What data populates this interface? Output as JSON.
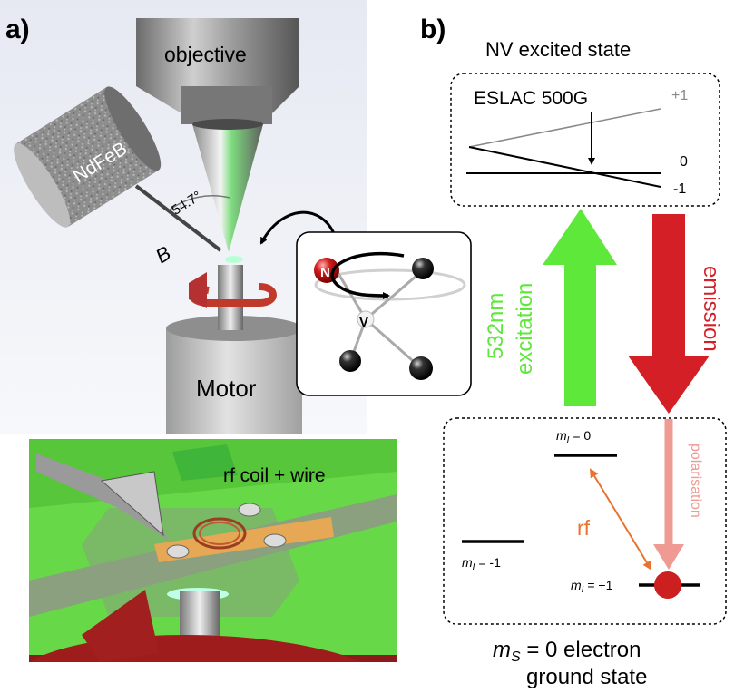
{
  "panel_a": {
    "label": "a)",
    "objective": "objective",
    "magnet": "NdFeB",
    "angle": "54.7°",
    "field": "B",
    "motor": "Motor",
    "inset": {
      "n": "N",
      "v": "V"
    },
    "bottom_label": "rf coil + wire"
  },
  "panel_b": {
    "label": "b)",
    "excited_title": "NV excited state",
    "eslac": "ESLAC 500G",
    "levels_excited": {
      "plus": "+1",
      "zero": "0",
      "minus": "-1"
    },
    "excitation_wavelength": "532nm",
    "excitation": "excitation",
    "emission": "emission",
    "polarisation": "polarisation",
    "rf": "rf",
    "ground_levels": {
      "m0": {
        "m": "m",
        "sub": "I",
        "val": " = 0"
      },
      "mminus": {
        "m": "m",
        "sub": "I",
        "val": " = -1"
      },
      "mplus": {
        "m": "m",
        "sub": "I",
        "val": " = +1"
      }
    },
    "ground_title_line1": {
      "m": "m",
      "sub": "S",
      "rest": " = 0 electron"
    },
    "ground_title_line2": "ground state"
  },
  "colors": {
    "green": "#5ee83a",
    "red": "#d41f26",
    "pink": "#ef9a93",
    "orange": "#e9722f",
    "bench": "#67d847"
  }
}
